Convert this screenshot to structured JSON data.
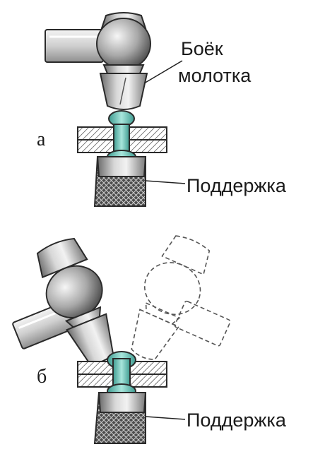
{
  "labels": {
    "hammer_face": [
      "Боёк",
      "молотка"
    ],
    "support_a": "Поддержка",
    "support_b": "Поддержка",
    "view_a": "а",
    "view_b": "б"
  },
  "colors": {
    "rivet": "#7fcfc4",
    "rivet_dark": "#3f9c91",
    "metal_light": "#e9e9e9",
    "metal_mid": "#a9a9a9",
    "metal_dark": "#5c5c5c",
    "outline": "#2a2a2a"
  }
}
